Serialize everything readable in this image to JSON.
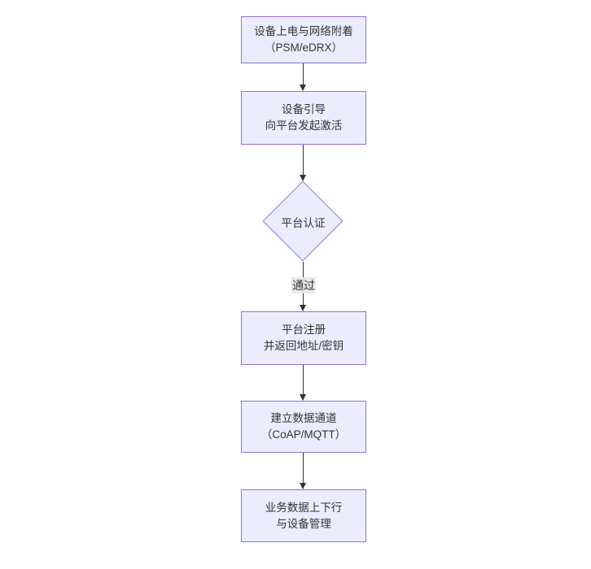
{
  "diagram": {
    "type": "flowchart",
    "direction": "top-down",
    "nodes": [
      {
        "id": "A",
        "shape": "rect",
        "line1": "设备上电与网络附着",
        "line2": "（PSM/eDRX）"
      },
      {
        "id": "B",
        "shape": "rect",
        "line1": "设备引导",
        "line2": "向平台发起激活"
      },
      {
        "id": "C",
        "shape": "diamond",
        "label": "平台认证"
      },
      {
        "id": "D",
        "shape": "rect",
        "line1": "平台注册",
        "line2": "并返回地址/密钥"
      },
      {
        "id": "E",
        "shape": "rect",
        "line1": "建立数据通道",
        "line2": "（CoAP/MQTT）"
      },
      {
        "id": "F",
        "shape": "rect",
        "line1": "业务数据上下行",
        "line2": "与设备管理"
      }
    ],
    "edges": [
      {
        "from": "A",
        "to": "B",
        "label": ""
      },
      {
        "from": "B",
        "to": "C",
        "label": ""
      },
      {
        "from": "C",
        "to": "D",
        "label": "通过"
      },
      {
        "from": "D",
        "to": "E",
        "label": ""
      },
      {
        "from": "E",
        "to": "F",
        "label": ""
      }
    ],
    "colors": {
      "node_fill": "#ECECFF",
      "node_border": "#9370DB",
      "arrow": "#333333",
      "text": "#333333",
      "edge_label_bg": "#e8e8e8",
      "canvas_bg": "#ffffff"
    }
  }
}
